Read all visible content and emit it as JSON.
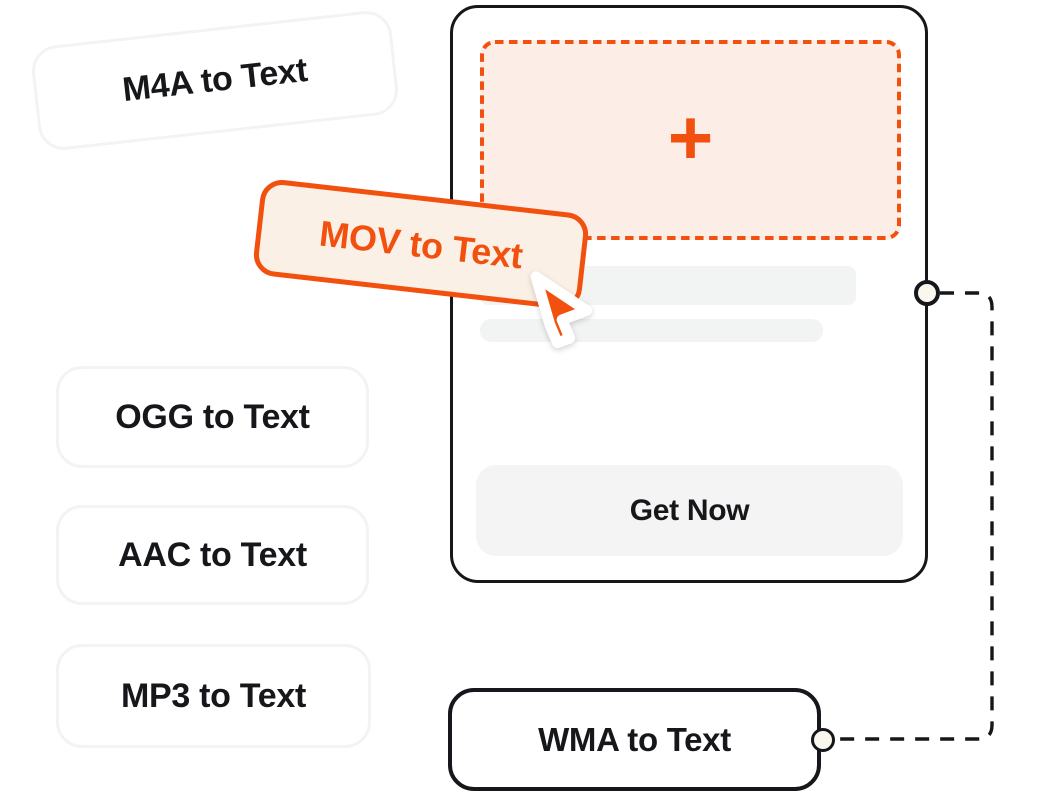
{
  "floating_pills": {
    "m4a": {
      "label": "M4A to Text"
    },
    "mov": {
      "label": "MOV to Text"
    },
    "ogg": {
      "label": "OGG to Text"
    },
    "aac": {
      "label": "AAC to Text"
    },
    "mp3": {
      "label": "MP3 to Text"
    },
    "wma": {
      "label": "WMA to Text"
    }
  },
  "converter_card": {
    "plus_icon_glyph": "+",
    "cta_label": "Get Now"
  },
  "icons": {
    "plus": "plus-icon",
    "pointer": "cursor-arrow-icon"
  },
  "colors": {
    "accent": "#F2500F",
    "ink": "#16171A",
    "dropzone_fill": "#FCEDE7",
    "mov_pill_fill": "#FBF0E5",
    "light_pill_border": "#F2F3F4",
    "placeholder_bar": "#F2F3F3",
    "cta_bg": "#F3F4F3",
    "node_fill": "#FAF8EE",
    "page_bg": "#FFFFFF"
  }
}
